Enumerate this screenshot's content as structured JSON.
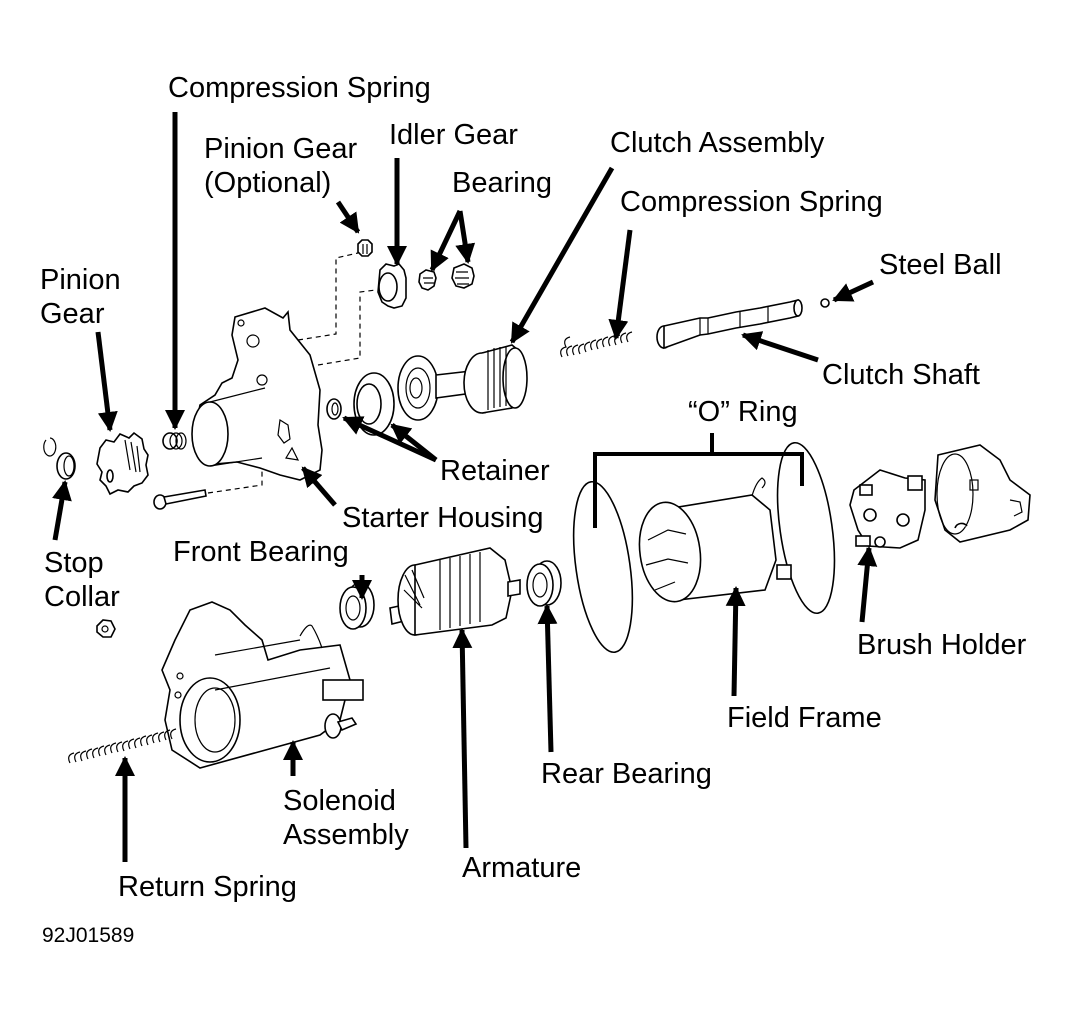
{
  "diagram": {
    "title": "Starter Motor Exploded View",
    "figure_code": "92J01589",
    "colors": {
      "ink": "#000000",
      "background": "#ffffff"
    },
    "labels": {
      "compression_spring_front": "Compression Spring",
      "pinion_gear_optional_l1": "Pinion Gear",
      "pinion_gear_optional_l2": "(Optional)",
      "idler_gear": "Idler Gear",
      "bearing": "Bearing",
      "clutch_assembly": "Clutch Assembly",
      "compression_spring_rear": "Compression Spring",
      "steel_ball": "Steel Ball",
      "pinion_gear_l1": "Pinion",
      "pinion_gear_l2": "Gear",
      "clutch_shaft": "Clutch Shaft",
      "o_ring": "“O” Ring",
      "retainer": "Retainer",
      "starter_housing": "Starter Housing",
      "stop_collar_l1": "Stop",
      "stop_collar_l2": "Collar",
      "front_bearing": "Front Bearing",
      "brush_holder": "Brush Holder",
      "field_frame": "Field Frame",
      "rear_bearing": "Rear Bearing",
      "solenoid_assembly_l1": "Solenoid",
      "solenoid_assembly_l2": "Assembly",
      "armature": "Armature",
      "return_spring": "Return Spring"
    }
  }
}
